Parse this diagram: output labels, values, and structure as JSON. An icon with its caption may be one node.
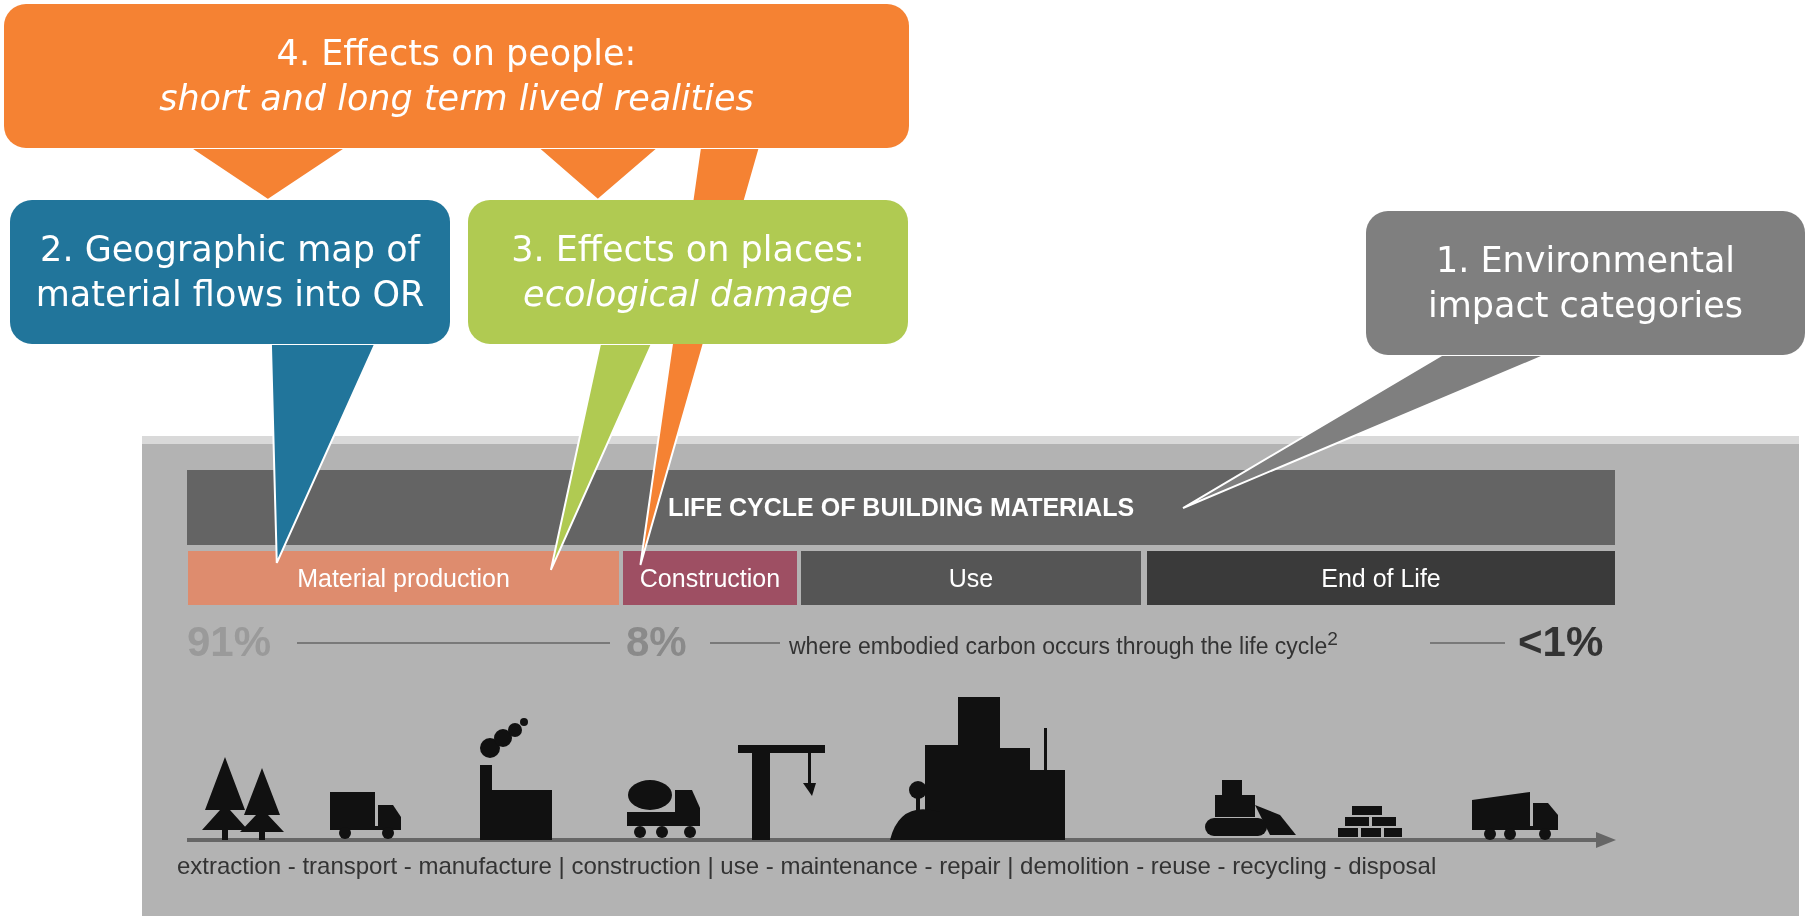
{
  "diagram": {
    "nodes": [
      {
        "text": [
          "4. Effects on people:",
          "short and long term lived realities"
        ]
      },
      {
        "text": [
          "2. Geographic map of material flows into OR"
        ]
      },
      {
        "text": [
          "3. Effects on places:",
          "ecological damage"
        ]
      },
      {
        "text": [
          "1. Environmental impact categories"
        ]
      },
      {
        "text": [
          "LIFE CYCLE OF BUILDING MATERIALS"
        ]
      },
      {
        "text": [
          "Material production"
        ]
      },
      {
        "text": [
          "Construction"
        ]
      },
      {
        "text": [
          "Use"
        ]
      },
      {
        "text": [
          "End of Life"
        ]
      }
    ],
    "edges": [
      {
        "from": 0,
        "to": 1,
        "arrow": "none"
      },
      {
        "from": 0,
        "to": 2,
        "arrow": "none"
      },
      {
        "from": 0,
        "to": 6,
        "arrow": "none"
      },
      {
        "from": 1,
        "to": 5,
        "arrow": "none"
      },
      {
        "from": 2,
        "to": 5,
        "arrow": "none"
      },
      {
        "from": 3,
        "to": 4,
        "arrow": "none"
      }
    ],
    "labels": [
      "91%",
      "8%",
      "where embodied carbon occurs through the life cycle$^{2}$",
      "<1%",
      "extraction - transport - manufacture | construction | use - maintenance - repair | demolition - reuse - recycling - disposal"
    ]
  }
}
